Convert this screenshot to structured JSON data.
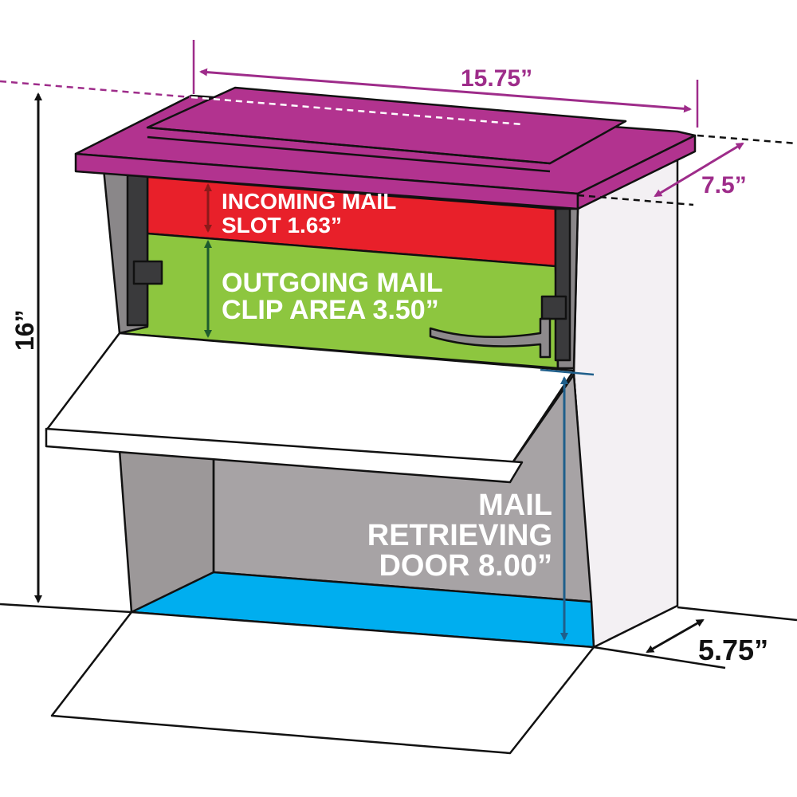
{
  "title": "Mailbox dimensions diagram",
  "dimensions": {
    "width": "15.75”",
    "roof_depth": "7.5”",
    "height": "16”",
    "base_depth": "5.75”"
  },
  "zones": {
    "incoming": {
      "line1": "INCOMING MAIL",
      "line2": "SLOT 1.63”"
    },
    "outgoing": {
      "line1": "OUTGOING MAIL",
      "line2": "CLIP AREA 3.50”"
    },
    "retrieving": {
      "line1": "MAIL",
      "line2": "RETRIEVING",
      "line3": "DOOR 8.00”"
    }
  },
  "colors": {
    "roof": "#B2338F",
    "incoming": "#E8202A",
    "outgoing": "#8DC63F",
    "floor": "#00AEEF",
    "interior": "#9C9899",
    "dimension_magenta": "#9E2C8A",
    "dimension_blue": "#1F5F8B",
    "arrow_green": "#1E5B2E",
    "arrow_red": "#8B1A1A"
  }
}
